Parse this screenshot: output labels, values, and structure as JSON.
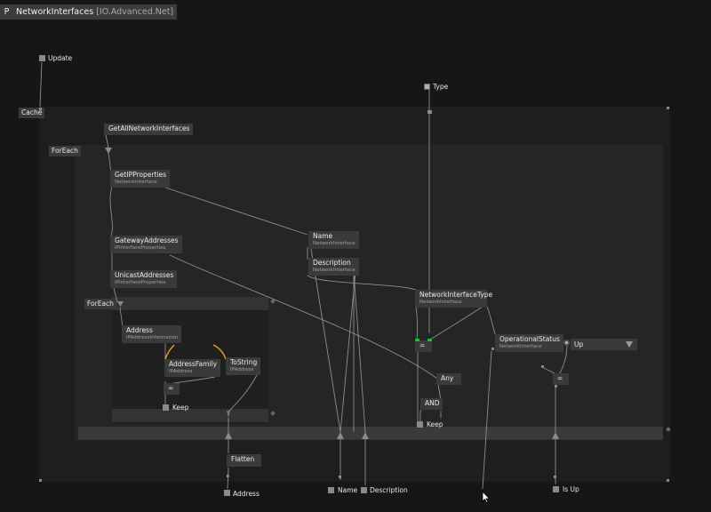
{
  "toolbar": {
    "patch_button": "P",
    "title": "NetworkInterfaces",
    "category": "[IO.Advanced.Net]"
  },
  "regions": {
    "cache": "Cache",
    "foreach_outer": "ForEach",
    "foreach_inner": "ForEach"
  },
  "inputs": {
    "update": "Update",
    "type": "Type"
  },
  "nodes": {
    "get_all": {
      "title": "GetAllNetworkInterfaces"
    },
    "get_ip_properties": {
      "title": "GetIPProperties",
      "sub": "NetworkInterface"
    },
    "gateway_addresses": {
      "title": "GatewayAddresses",
      "sub": "IPInterfaceProperties"
    },
    "unicast_addresses": {
      "title": "UnicastAddresses",
      "sub": "IPInterfaceProperties"
    },
    "address": {
      "title": "Address",
      "sub": "IPAddressInformation"
    },
    "address_family": {
      "title": "AddressFamily",
      "sub": "IPAddress"
    },
    "to_string": {
      "title": "ToString",
      "sub": "IPAddress"
    },
    "equals_inner": {
      "title": "="
    },
    "keep_inner": {
      "title": "Keep"
    },
    "name": {
      "title": "Name",
      "sub": "NetworkInterface"
    },
    "description": {
      "title": "Description",
      "sub": "NetworkInterface"
    },
    "network_interface_type": {
      "title": "NetworkInterfaceType",
      "sub": "NetworkInterface"
    },
    "equals_type": {
      "title": "="
    },
    "any": {
      "title": "Any"
    },
    "and": {
      "title": "AND"
    },
    "keep_outer": {
      "title": "Keep"
    },
    "operational_status": {
      "title": "OperationalStatus",
      "sub": "NetworkInterface"
    },
    "equals_status": {
      "title": "="
    },
    "up_selector": {
      "value": "Up"
    },
    "flatten": {
      "title": "Flatten"
    }
  },
  "outputs": {
    "address": "Address",
    "name": "Name",
    "description": "Description",
    "is_up": "Is Up"
  },
  "colors": {
    "background": "#161616",
    "region_cache": "#1e1e1e",
    "region_foreach": "#252525",
    "node": "#3a3a3a",
    "wire": "#8e8e8e",
    "wire_orange": "#e8a020",
    "pin_green": "#1fbf2a"
  }
}
